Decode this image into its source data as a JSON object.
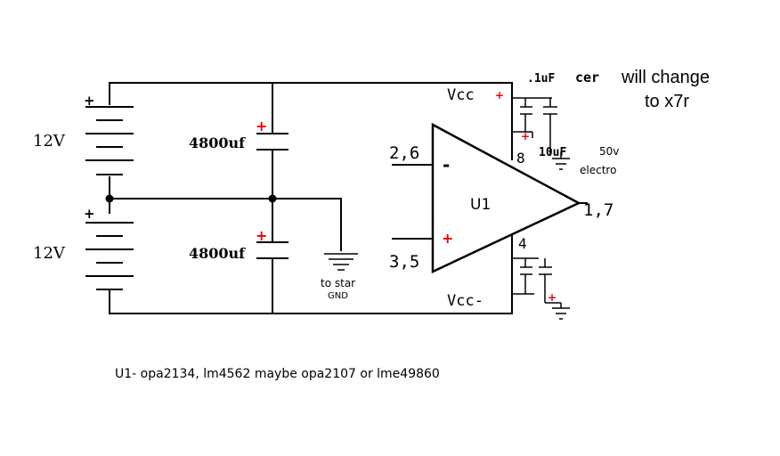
{
  "colors": {
    "line": "#000000",
    "polarity": "#e8000b",
    "background": "#ffffff"
  },
  "batteries": [
    {
      "label": "12V",
      "plus": "+"
    },
    {
      "label": "12V",
      "plus": "+"
    }
  ],
  "capacitors": [
    {
      "label": "4800uf",
      "plus": "+"
    },
    {
      "label": "4800uf",
      "plus": "+"
    }
  ],
  "ground": {
    "label_line1": "to star",
    "label_line2": "GND",
    "icon": "ground-icon"
  },
  "opamp": {
    "name": "U1",
    "inv_pins": "2,6",
    "noninv_pins": "3,5",
    "out_pins": "1,7",
    "inv_sign": "-",
    "noninv_sign": "+",
    "vcc_pos_pin": "8",
    "vcc_neg_pin": "4"
  },
  "supply": {
    "vcc_pos": "Vcc",
    "vcc_neg": "Vcc-"
  },
  "decoupling": {
    "cap_small": ".1uF",
    "cap_type": "cer",
    "cap_big": "10uF",
    "voltage": "50v",
    "kind": "electro",
    "note_line1": "will change",
    "note_line2": "to  x7r"
  },
  "footnote": "U1- opa2134, lm4562 maybe opa2107 or lme49860"
}
